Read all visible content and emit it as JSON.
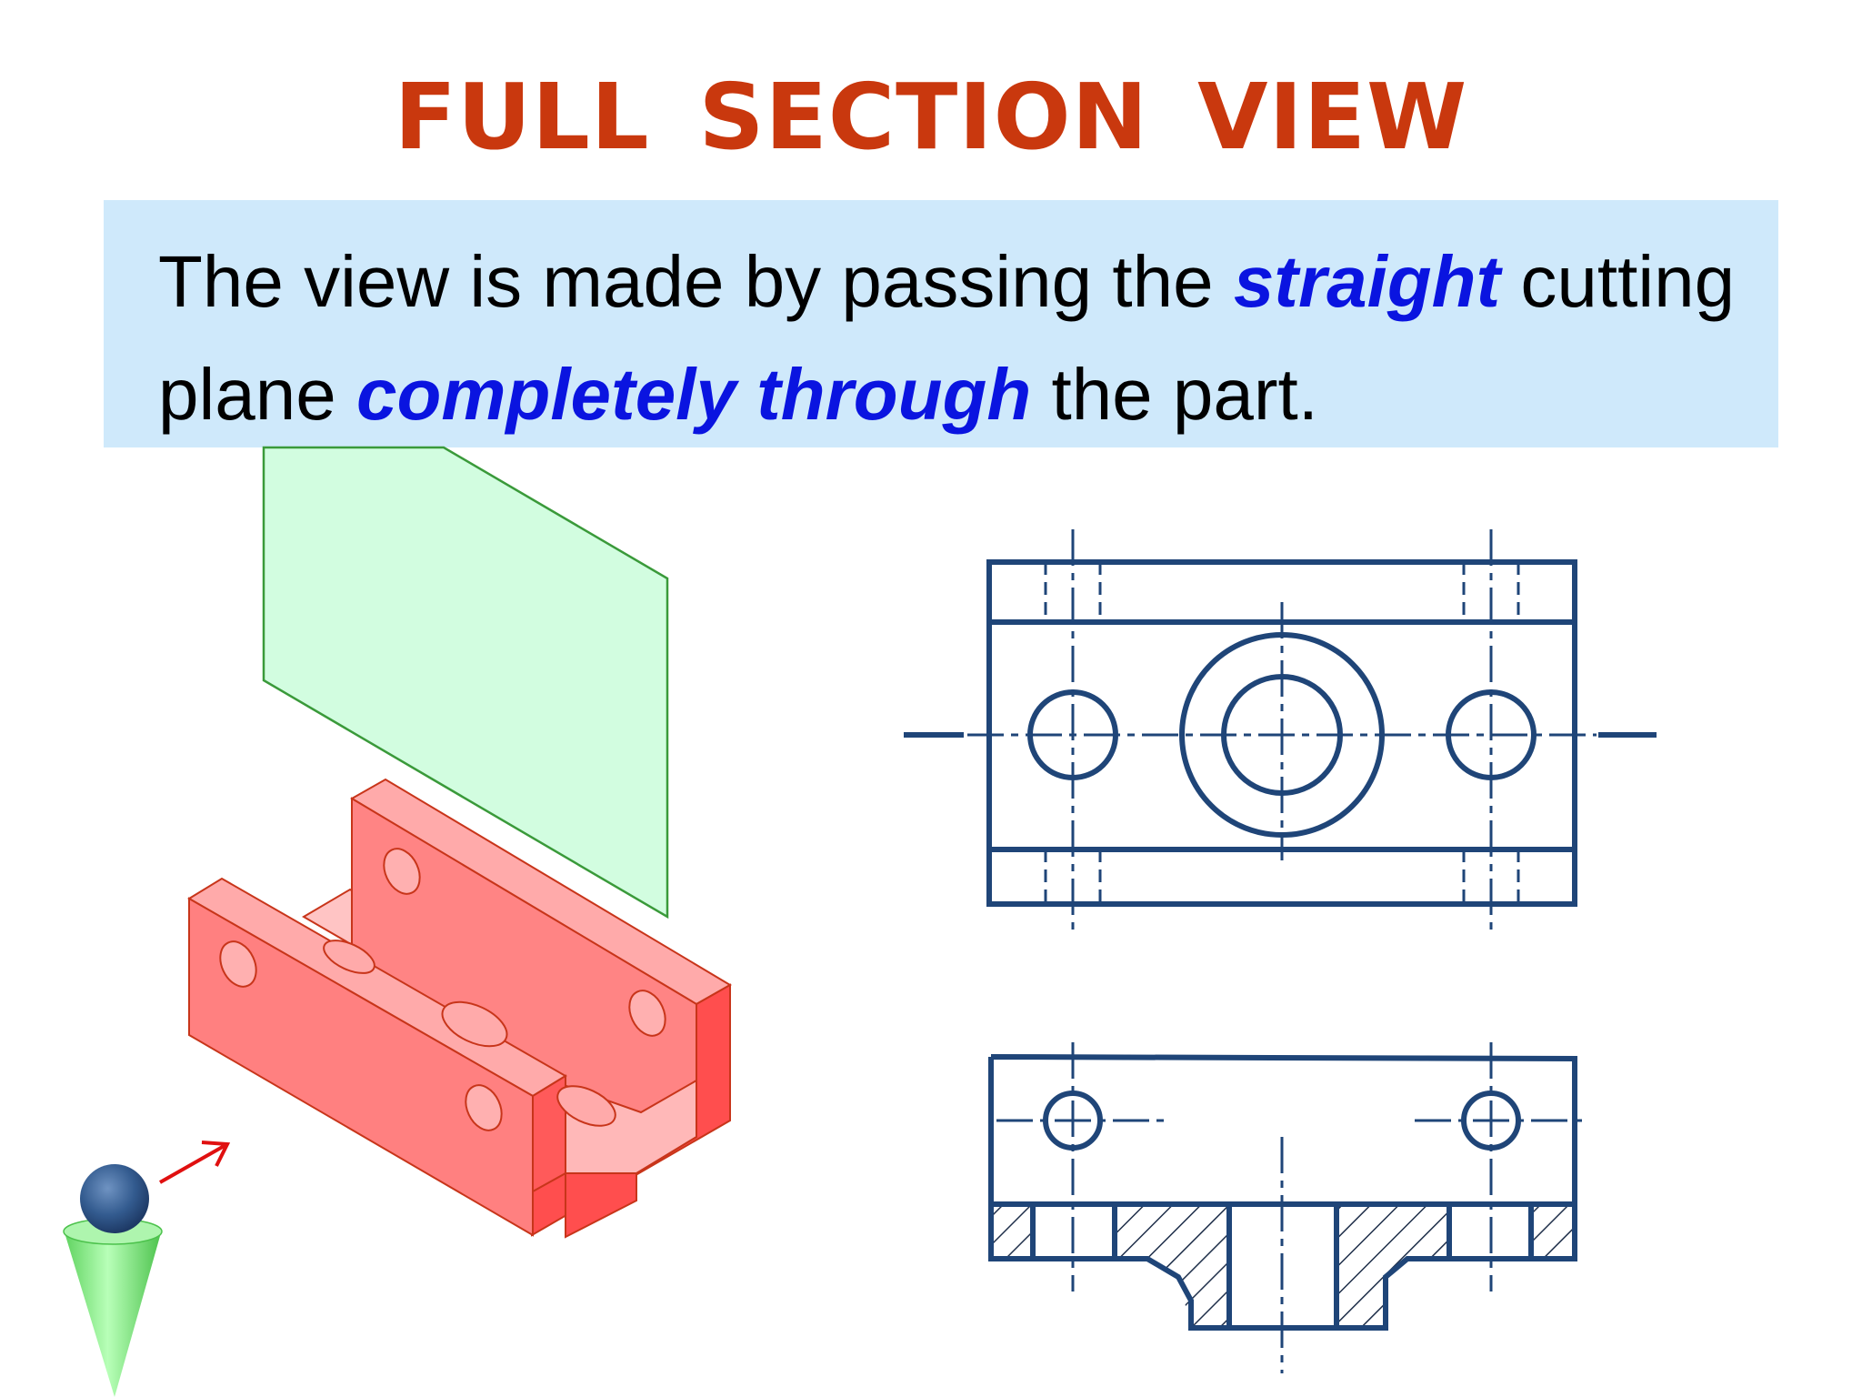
{
  "slide": {
    "title": "FULL  SECTION  VIEW",
    "definition": {
      "line1_before": "The view is made by passing the ",
      "line1_emph": "straight",
      "line1_after": " cutting",
      "line2_before": "plane ",
      "line2_emph": "completely through",
      "line2_after": " the part."
    },
    "colors": {
      "title": "#c9380e",
      "emphasis": "#0a14e0",
      "box_background": "#cfe9fb",
      "part_fill": "#ff8080",
      "cutting_plane": "#d2fde0",
      "drawing_lines": "#1f4578"
    }
  }
}
